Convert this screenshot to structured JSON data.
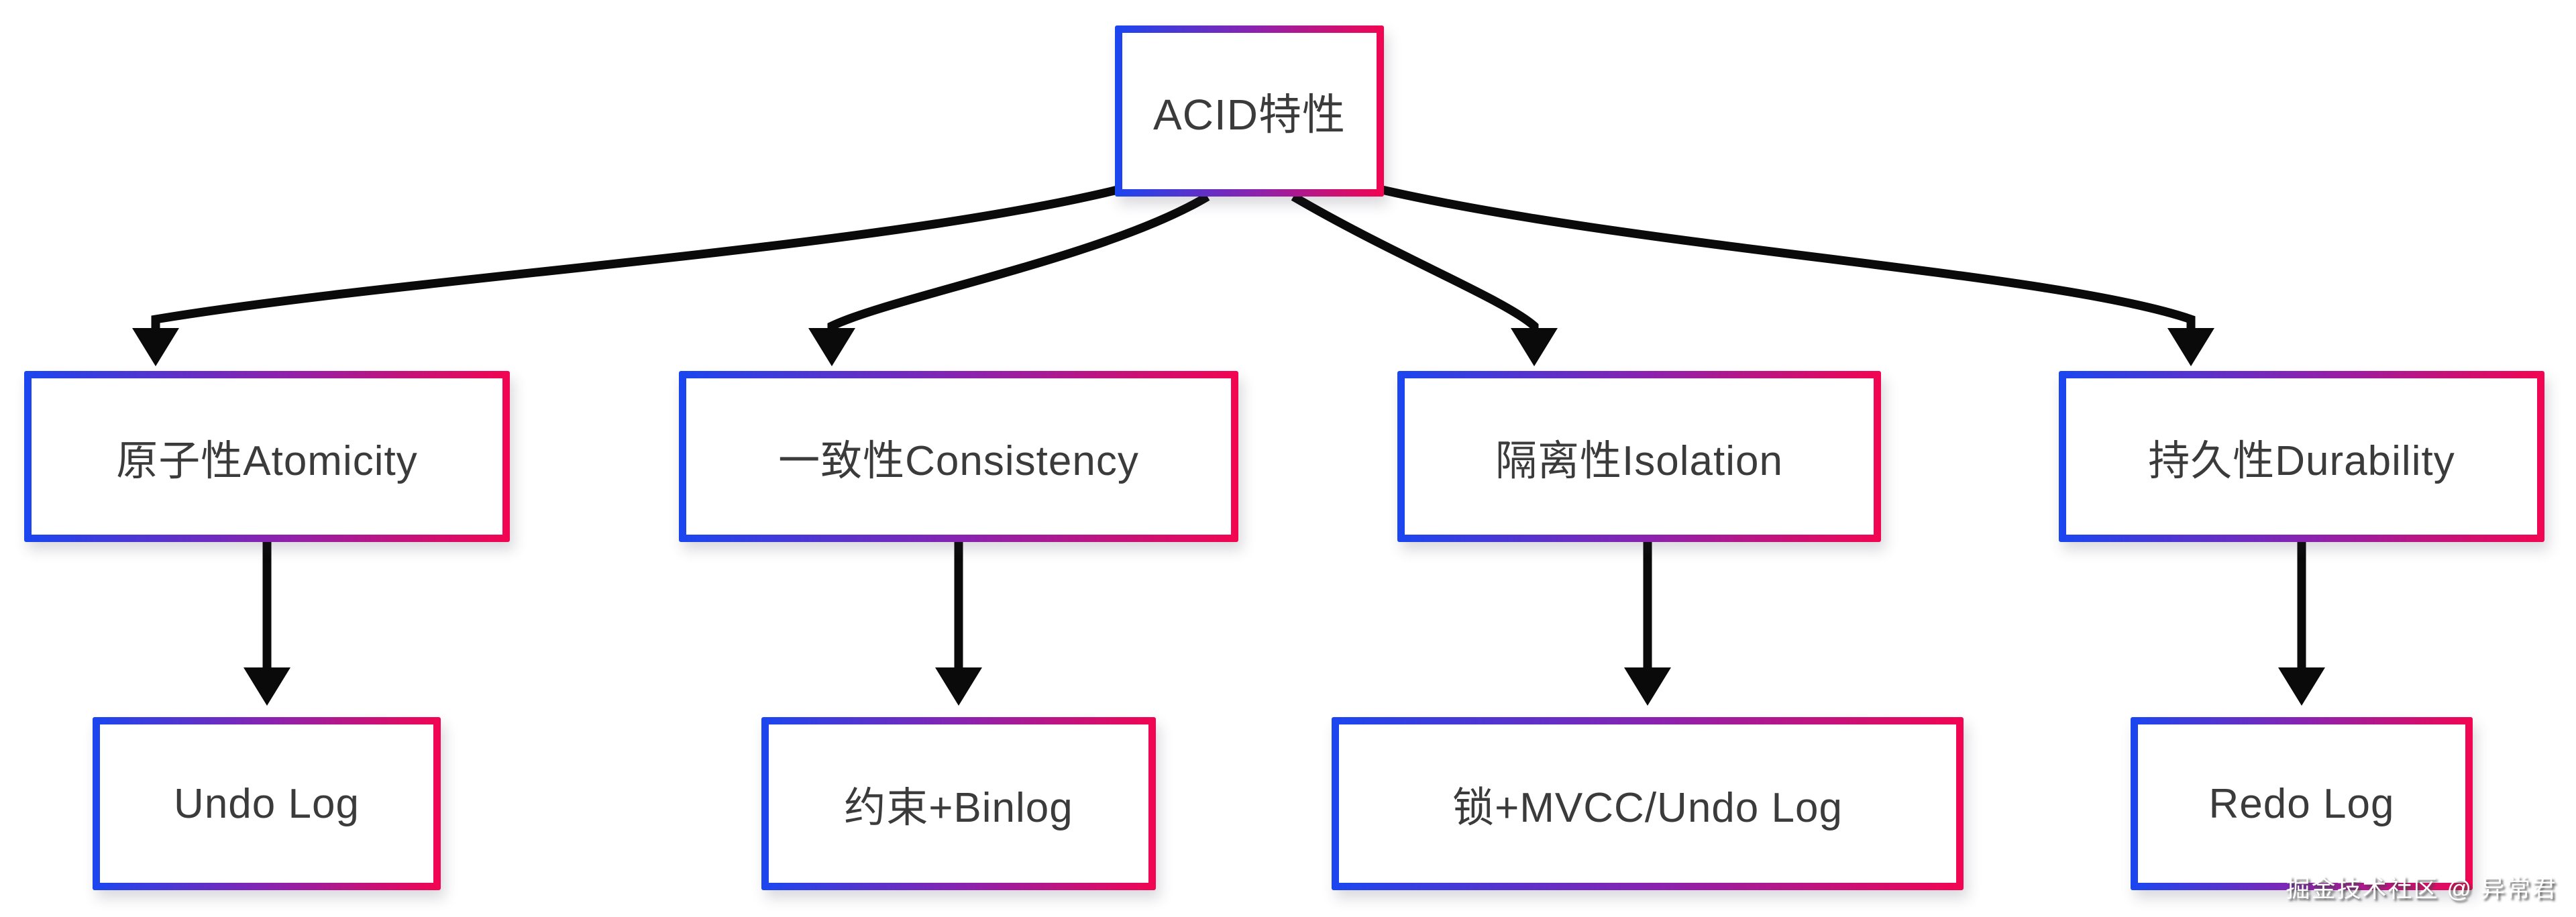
{
  "colors": {
    "border_gradient_start": "#1a46f0",
    "border_gradient_mid": "#8b22ae",
    "border_gradient_end": "#f20551",
    "arrow": "#0a0a0a",
    "node_text": "#3b3b3b",
    "node_fill": "#ffffff",
    "background": "#ffffff"
  },
  "diagram": {
    "root": {
      "label": "ACID特性"
    },
    "properties": [
      {
        "label": "原子性Atomicity",
        "mechanism": "Undo Log"
      },
      {
        "label": "一致性Consistency",
        "mechanism": "约束+Binlog"
      },
      {
        "label": "隔离性Isolation",
        "mechanism": "锁+MVCC/Undo Log"
      },
      {
        "label": "持久性Durability",
        "mechanism": "Redo Log"
      }
    ]
  },
  "watermark": {
    "text": "掘金技术社区 @ 异常君"
  }
}
